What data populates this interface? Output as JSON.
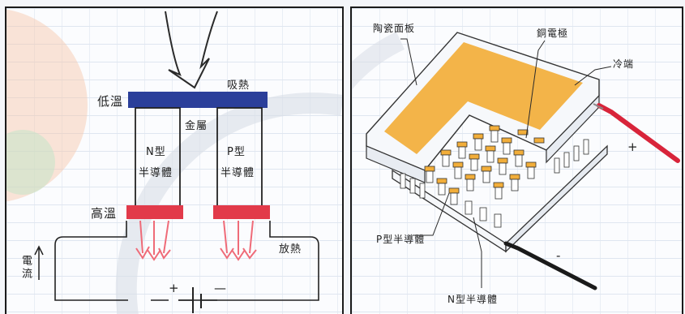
{
  "left_diagram": {
    "low_temp": "低溫",
    "absorb_heat": "吸熱",
    "metal": "金屬",
    "n_type_line1": "N型",
    "n_type_line2": "半導體",
    "p_type_line1": "P型",
    "p_type_line2": "半導體",
    "high_temp": "高溫",
    "release_heat": "放熱",
    "current": "電流",
    "plus": "+",
    "minus": "—"
  },
  "right_diagram": {
    "ceramic_panel": "陶瓷面板",
    "copper_electrode": "銅電極",
    "cold_end": "冷端",
    "plus": "+",
    "minus": "-",
    "p_semiconductor": "P型半導體",
    "n_semiconductor": "N型半導體"
  },
  "colors": {
    "cold_plate": "#2b3f9a",
    "hot_plate": "#e23a4a",
    "copper_fill": "#f2ae3a",
    "red_wire": "#d8243a",
    "black_wire": "#1a1a1a"
  }
}
